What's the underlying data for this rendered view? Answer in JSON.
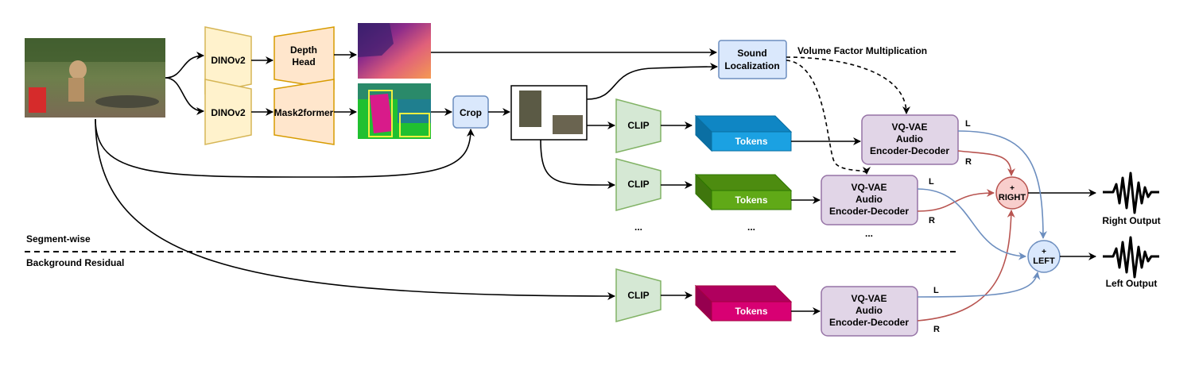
{
  "nodes": {
    "dino_top": "DINOv2",
    "dino_bottom": "DINOv2",
    "depth_head": [
      "Depth",
      "Head"
    ],
    "mask2former": "Mask2former",
    "crop": "Crop",
    "sound_localization": [
      "Sound",
      "Localization"
    ],
    "volume_factor": "Volume Factor Multiplication",
    "clip_1": "CLIP",
    "clip_2": "CLIP",
    "clip_3": "CLIP",
    "tokens_1": "Tokens",
    "tokens_2": "Tokens",
    "tokens_3": "Tokens",
    "vqvae_1": [
      "VQ-VAE",
      "Audio",
      "Encoder-Decoder"
    ],
    "vqvae_2": [
      "VQ-VAE",
      "Audio",
      "Encoder-Decoder"
    ],
    "vqvae_3": [
      "VQ-VAE",
      "Audio",
      "Encoder-Decoder"
    ],
    "right_sum": [
      "+",
      "RIGHT"
    ],
    "left_sum": [
      "+",
      "LEFT"
    ],
    "right_output": "Right Output",
    "left_output": "Left Output",
    "ellipsis": "...",
    "segment_wise": "Segment-wise",
    "background_residual": "Background Residual",
    "L": "L",
    "R": "R"
  },
  "colors": {
    "dino_fill": "#fff2cc",
    "dino_stroke": "#d6b656",
    "head_fill": "#ffe6cc",
    "head_stroke": "#d79b00",
    "box_fill": "#dae8fc",
    "box_stroke": "#6c8ebf",
    "clip_fill": "#d5e8d4",
    "clip_stroke": "#82b366",
    "vqvae_fill": "#e1d5e7",
    "vqvae_stroke": "#9673a6",
    "right_fill": "#f8cecc",
    "right_stroke": "#b85450",
    "tokens_blue": "#1ba1e2",
    "tokens_green": "#60a917",
    "tokens_pink": "#d80073",
    "left_line": "#6c8ebf",
    "right_line": "#b85450"
  }
}
